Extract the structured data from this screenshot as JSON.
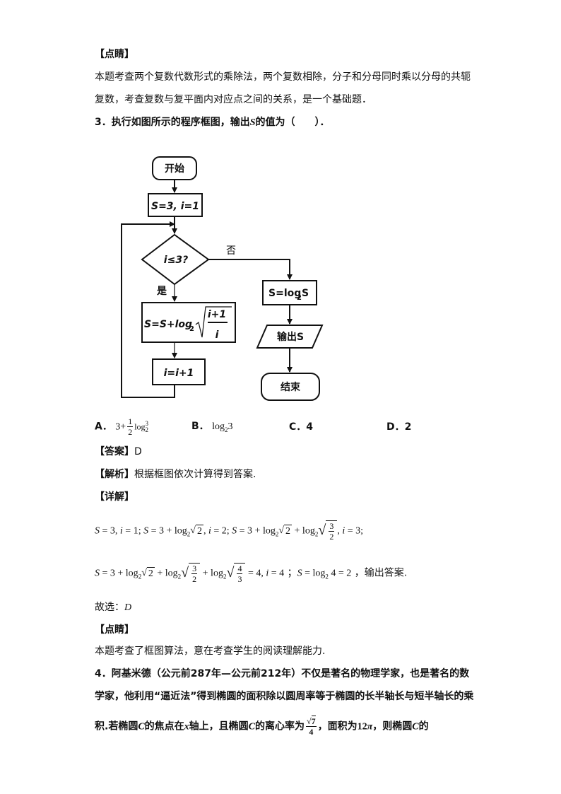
{
  "section_dianjing_1": {
    "heading": "【点睛】",
    "line1": "本题考查两个复数代数形式的乘除法，两个复数相除，分子和分母同时乘以分母的共轭",
    "line2": "复数，考查复数与复平面内对应点之间的关系，是一个基础题．"
  },
  "question3": {
    "stem_a": "3．执行如图所示的程序框图，输出",
    "stem_var": "S",
    "stem_b": "的值为（　　）．",
    "flowchart": {
      "start": "开始",
      "init": "S=3, i=1",
      "cond": "i≤3?",
      "no": "否",
      "yes": "是",
      "update_s_prefix": "S=S+log",
      "update_s_base": "2",
      "update_s_num": "i+1",
      "update_s_den": "i",
      "update_i": "i=i+1",
      "final_s": "S=log",
      "final_s_base": "2",
      "final_s_arg": "S",
      "output": "输出S",
      "end": "结束"
    },
    "choices": {
      "a_label": "A．",
      "a_int": "3+",
      "a_num": "1",
      "a_den": "2",
      "a_log": "log",
      "a_sub": "2",
      "a_sup": "3",
      "b_label": "B．",
      "b_log": "log",
      "b_sub": "2",
      "b_arg": "3",
      "c_label": "C．",
      "c_val": "4",
      "d_label": "D．",
      "d_val": "2"
    },
    "answer_label": "【答案】",
    "answer": "D",
    "analysis_label": "【解析】",
    "analysis": "根据框图依次计算得到答案.",
    "detail_label": "【详解】",
    "conclusion_prefix": "故选：",
    "conclusion_answer": "D",
    "dianjing_heading": "【点睛】",
    "dianjing_text": "本题考查了框图算法，意在考查学生的阅读理解能力."
  },
  "question4": {
    "line1": "4．阿基米德（公元前287年—公元前212年）不仅是著名的物理学家，也是著名的数",
    "line2": "学家，他利用“逼近法”得到椭圆的面积除以圆周率等于椭圆的长半轴长与短半轴长的乘",
    "line3_a": "积.若椭圆",
    "line3_c1": "C",
    "line3_b": "的焦点在",
    "line3_x": "x",
    "line3_c": "轴上，且椭圆",
    "line3_c2": "C",
    "line3_d": "的离心率为",
    "ecc_num": "7",
    "ecc_den": "4",
    "line3_e": "，面积为",
    "area": "12",
    "pi": "π",
    "line3_f": "，则椭圆",
    "line3_c3": "C",
    "line3_g": "的"
  }
}
